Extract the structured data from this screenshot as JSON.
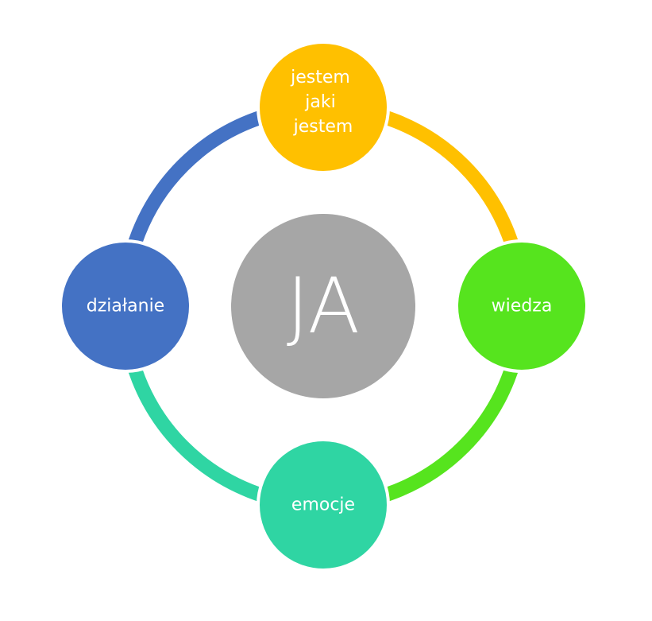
{
  "center": {
    "label": "JA",
    "color": "#a6a6a6"
  },
  "nodes": [
    {
      "id": "top",
      "lines": [
        "jestem",
        "jaki",
        "jestem"
      ],
      "color": "#ffc000"
    },
    {
      "id": "right",
      "lines": [
        "wiedza"
      ],
      "color": "#56e41e"
    },
    {
      "id": "bottom",
      "lines": [
        "emocje"
      ],
      "color": "#2fd5a3"
    },
    {
      "id": "left",
      "lines": [
        "działanie"
      ],
      "color": "#4472c4"
    }
  ],
  "arcs": [
    {
      "from": "top",
      "to": "right",
      "color": "#ffc000"
    },
    {
      "from": "right",
      "to": "bottom",
      "color": "#56e41e"
    },
    {
      "from": "bottom",
      "to": "left",
      "color": "#2fd5a3"
    },
    {
      "from": "left",
      "to": "top",
      "color": "#4472c4"
    }
  ]
}
